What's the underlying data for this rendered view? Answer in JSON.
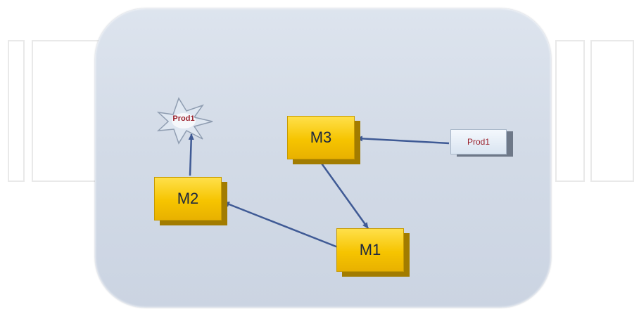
{
  "diagram": {
    "nodes": [
      {
        "id": "m1",
        "label": "M1",
        "kind": "machine"
      },
      {
        "id": "m2",
        "label": "M2",
        "kind": "machine"
      },
      {
        "id": "m3",
        "label": "M3",
        "kind": "machine"
      },
      {
        "id": "prod-in",
        "label": "Prod1",
        "kind": "product-box"
      },
      {
        "id": "prod-out",
        "label": "Prod1",
        "kind": "product-star"
      }
    ],
    "edges": [
      {
        "from": "prod-in",
        "to": "m3"
      },
      {
        "from": "m3",
        "to": "m1"
      },
      {
        "from": "m1",
        "to": "m2"
      },
      {
        "from": "m2",
        "to": "prod-out"
      }
    ],
    "colors": {
      "machine_fill": "#f6c400",
      "arrow": "#3f5a95",
      "product_text": "#9a1f2a",
      "panel": "#d3dbe7"
    }
  }
}
